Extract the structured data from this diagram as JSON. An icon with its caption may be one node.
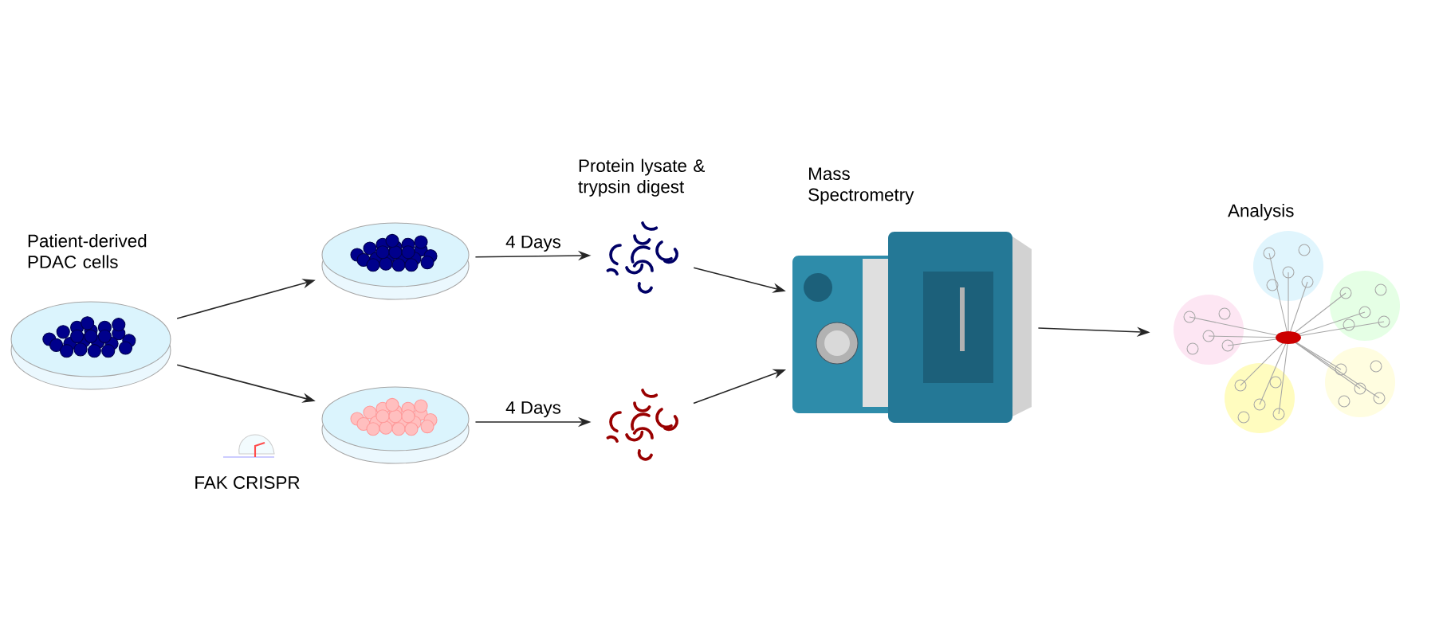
{
  "diagram": {
    "nodes": [
      {
        "text": [
          "Patient-derived PDAC cells"
        ]
      },
      {
        "text": [],
        "shape": "picture"
      },
      {
        "text": [],
        "shape": "picture"
      },
      {
        "text": [
          "Protein lysate & trypsin digest"
        ]
      },
      {
        "text": [],
        "shape": "picture"
      },
      {
        "text": [
          "Mass Spectrometry"
        ]
      },
      {
        "text": [
          "Analysis"
        ]
      }
    ],
    "edges": [
      {
        "from": 0,
        "to": 1,
        "arrow": "to"
      },
      {
        "from": 0,
        "to": 2,
        "arrow": "to"
      },
      {
        "from": 1,
        "to": 3,
        "arrow": "to",
        "label": "4 Days"
      },
      {
        "from": 2,
        "to": 4,
        "arrow": "to",
        "label": "4 Days"
      },
      {
        "from": 3,
        "to": 5,
        "arrow": "to"
      },
      {
        "from": 4,
        "to": 5,
        "arrow": "to"
      },
      {
        "from": 5,
        "to": 6,
        "arrow": "to"
      }
    ],
    "labels": [
      "FAK CRISPR"
    ]
  }
}
